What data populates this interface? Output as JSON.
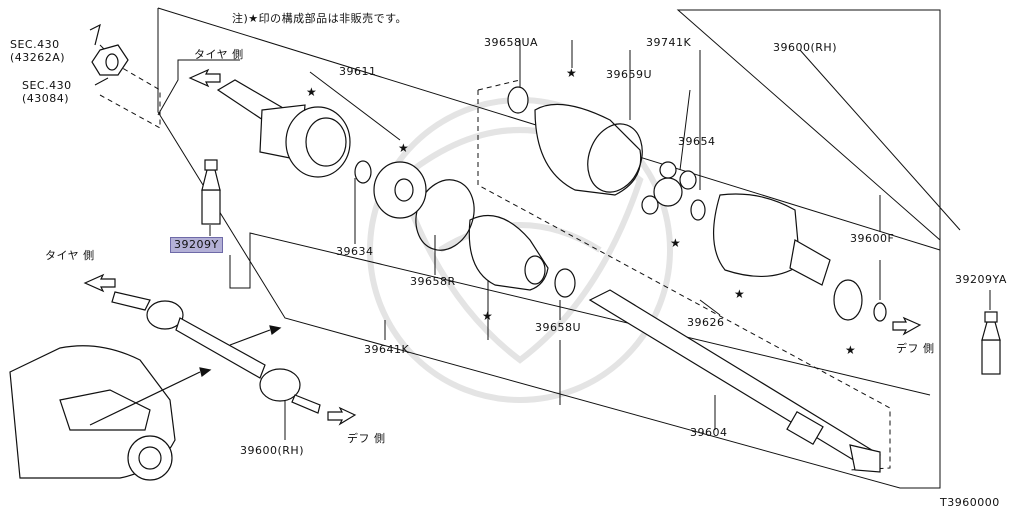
{
  "note": "注)★印の構成部品は非販売です。",
  "diagram_code": "T3960000",
  "labels": {
    "sec430_a_1": "SEC.430",
    "sec430_a_2": "(43262A)",
    "sec430_b_1": "SEC.430",
    "sec430_b_2": "(43084)",
    "tire_side_top": "タイヤ 側",
    "tire_side_left": "タイヤ 側",
    "diff_side_right": "デフ 側",
    "diff_side_bottom": "デフ 側",
    "p39611": "39611",
    "p39658UA": "39658UA",
    "p39741K": "39741K",
    "p39600RH_top": "39600(RH)",
    "p39659U": "39659U",
    "p39654": "39654",
    "p39209Y": "39209Y",
    "p39634": "39634",
    "p39658R": "39658R",
    "p39600F": "39600F",
    "p39209YA": "39209YA",
    "p39626": "39626",
    "p39658U": "39658U",
    "p39641K": "39641K",
    "p39604": "39604",
    "p39600RH_bottom": "39600(RH)"
  },
  "colors": {
    "highlight": "#b3b0d6",
    "line": "#111111",
    "watermark": "#e6e6e6"
  }
}
